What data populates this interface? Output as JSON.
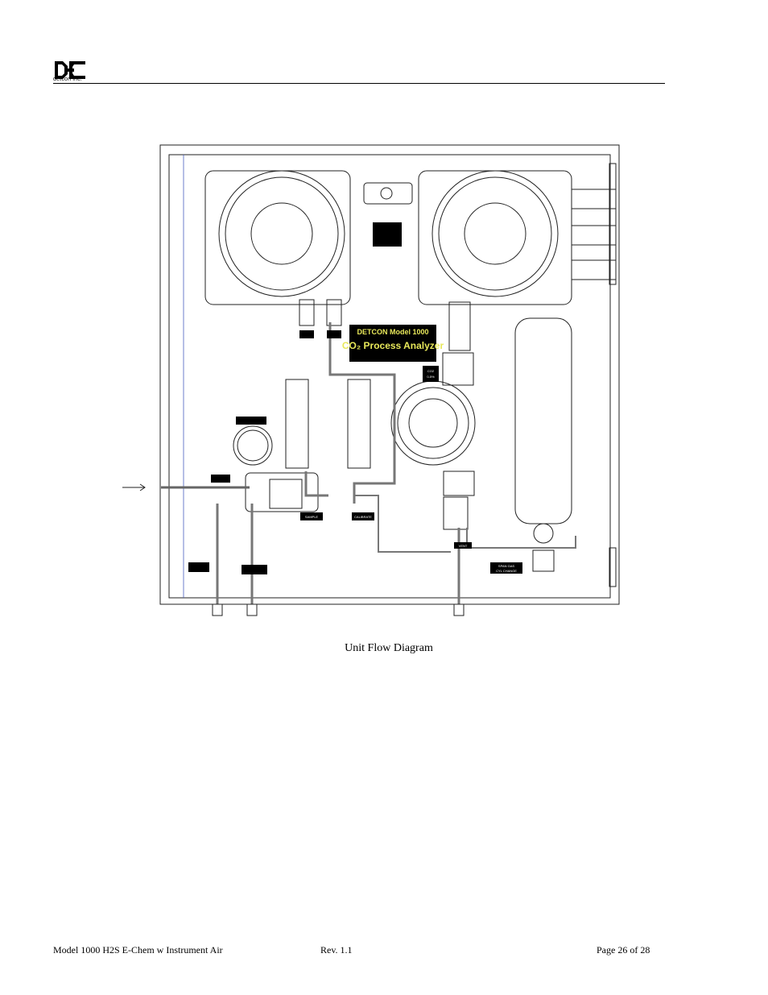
{
  "header": {
    "logo_text": "detcon inc."
  },
  "diagram": {
    "panel_title_line1": "DETCON Model 1000",
    "panel_title_line2": "CO₂ Process Analyzer",
    "sensor_label_line1": "CO2",
    "sensor_label_line2": "0-5%",
    "label_sample": "SAMPLE",
    "label_calibrate": "CALIBRATE",
    "label_vent": "VENT",
    "label_span_gas": "SPAN GAS",
    "label_cyl_change": "CYL CHANGE"
  },
  "caption": "Unit Flow Diagram",
  "footer": {
    "left": "Model 1000 H2S E-Chem w Instrument Air",
    "middle": "Rev. 1.1",
    "right": "Page 26 of 28"
  }
}
